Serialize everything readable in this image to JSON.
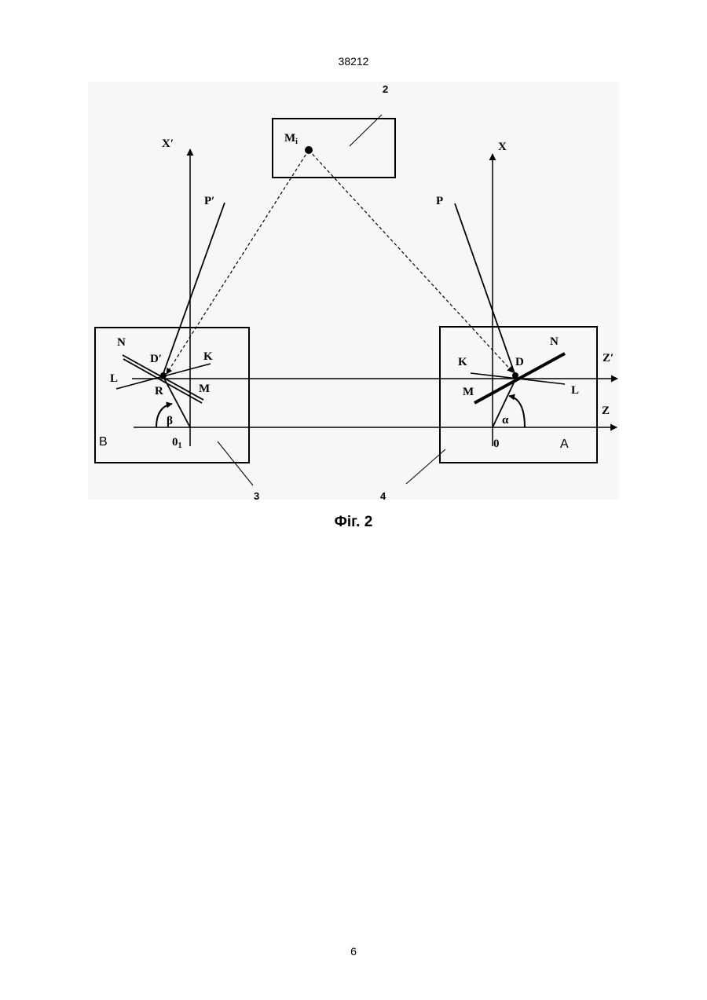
{
  "page": {
    "header_number": "38212",
    "footer_number": "6",
    "caption": "Фіг. 2"
  },
  "figure": {
    "callouts": {
      "c2": "2",
      "c3": "3",
      "c4": "4"
    },
    "block_labels": {
      "left": "B",
      "right": "A"
    },
    "point_labels": {
      "mi_base": "M",
      "mi_sub": "i",
      "x_prime": "X′",
      "x": "X",
      "p_prime": "P′",
      "p": "P",
      "z_prime": "Z′",
      "z": "Z",
      "left_n": "N",
      "left_d": "D′",
      "left_k": "K",
      "left_l": "L",
      "left_r": "R",
      "left_m": "M",
      "beta": "β",
      "o1_base": "0",
      "o1_sub": "1",
      "right_k": "K",
      "right_d": "D",
      "right_n": "N",
      "right_m": "M",
      "right_l": "L",
      "alpha": "α",
      "o": "0"
    }
  }
}
